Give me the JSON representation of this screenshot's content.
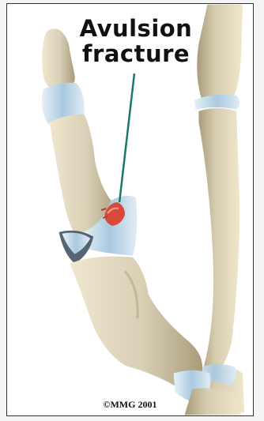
{
  "figure": {
    "label_line1": "Avulsion",
    "label_line2": "fracture",
    "copyright": "©MMG 2001",
    "colors": {
      "bone": "#d8cfb5",
      "bone_shadow": "#b9ab8a",
      "ligament": "#bcd7ea",
      "fracture": "#d94a3a",
      "pointer": "#167a6a",
      "background": "#ffffff"
    }
  }
}
